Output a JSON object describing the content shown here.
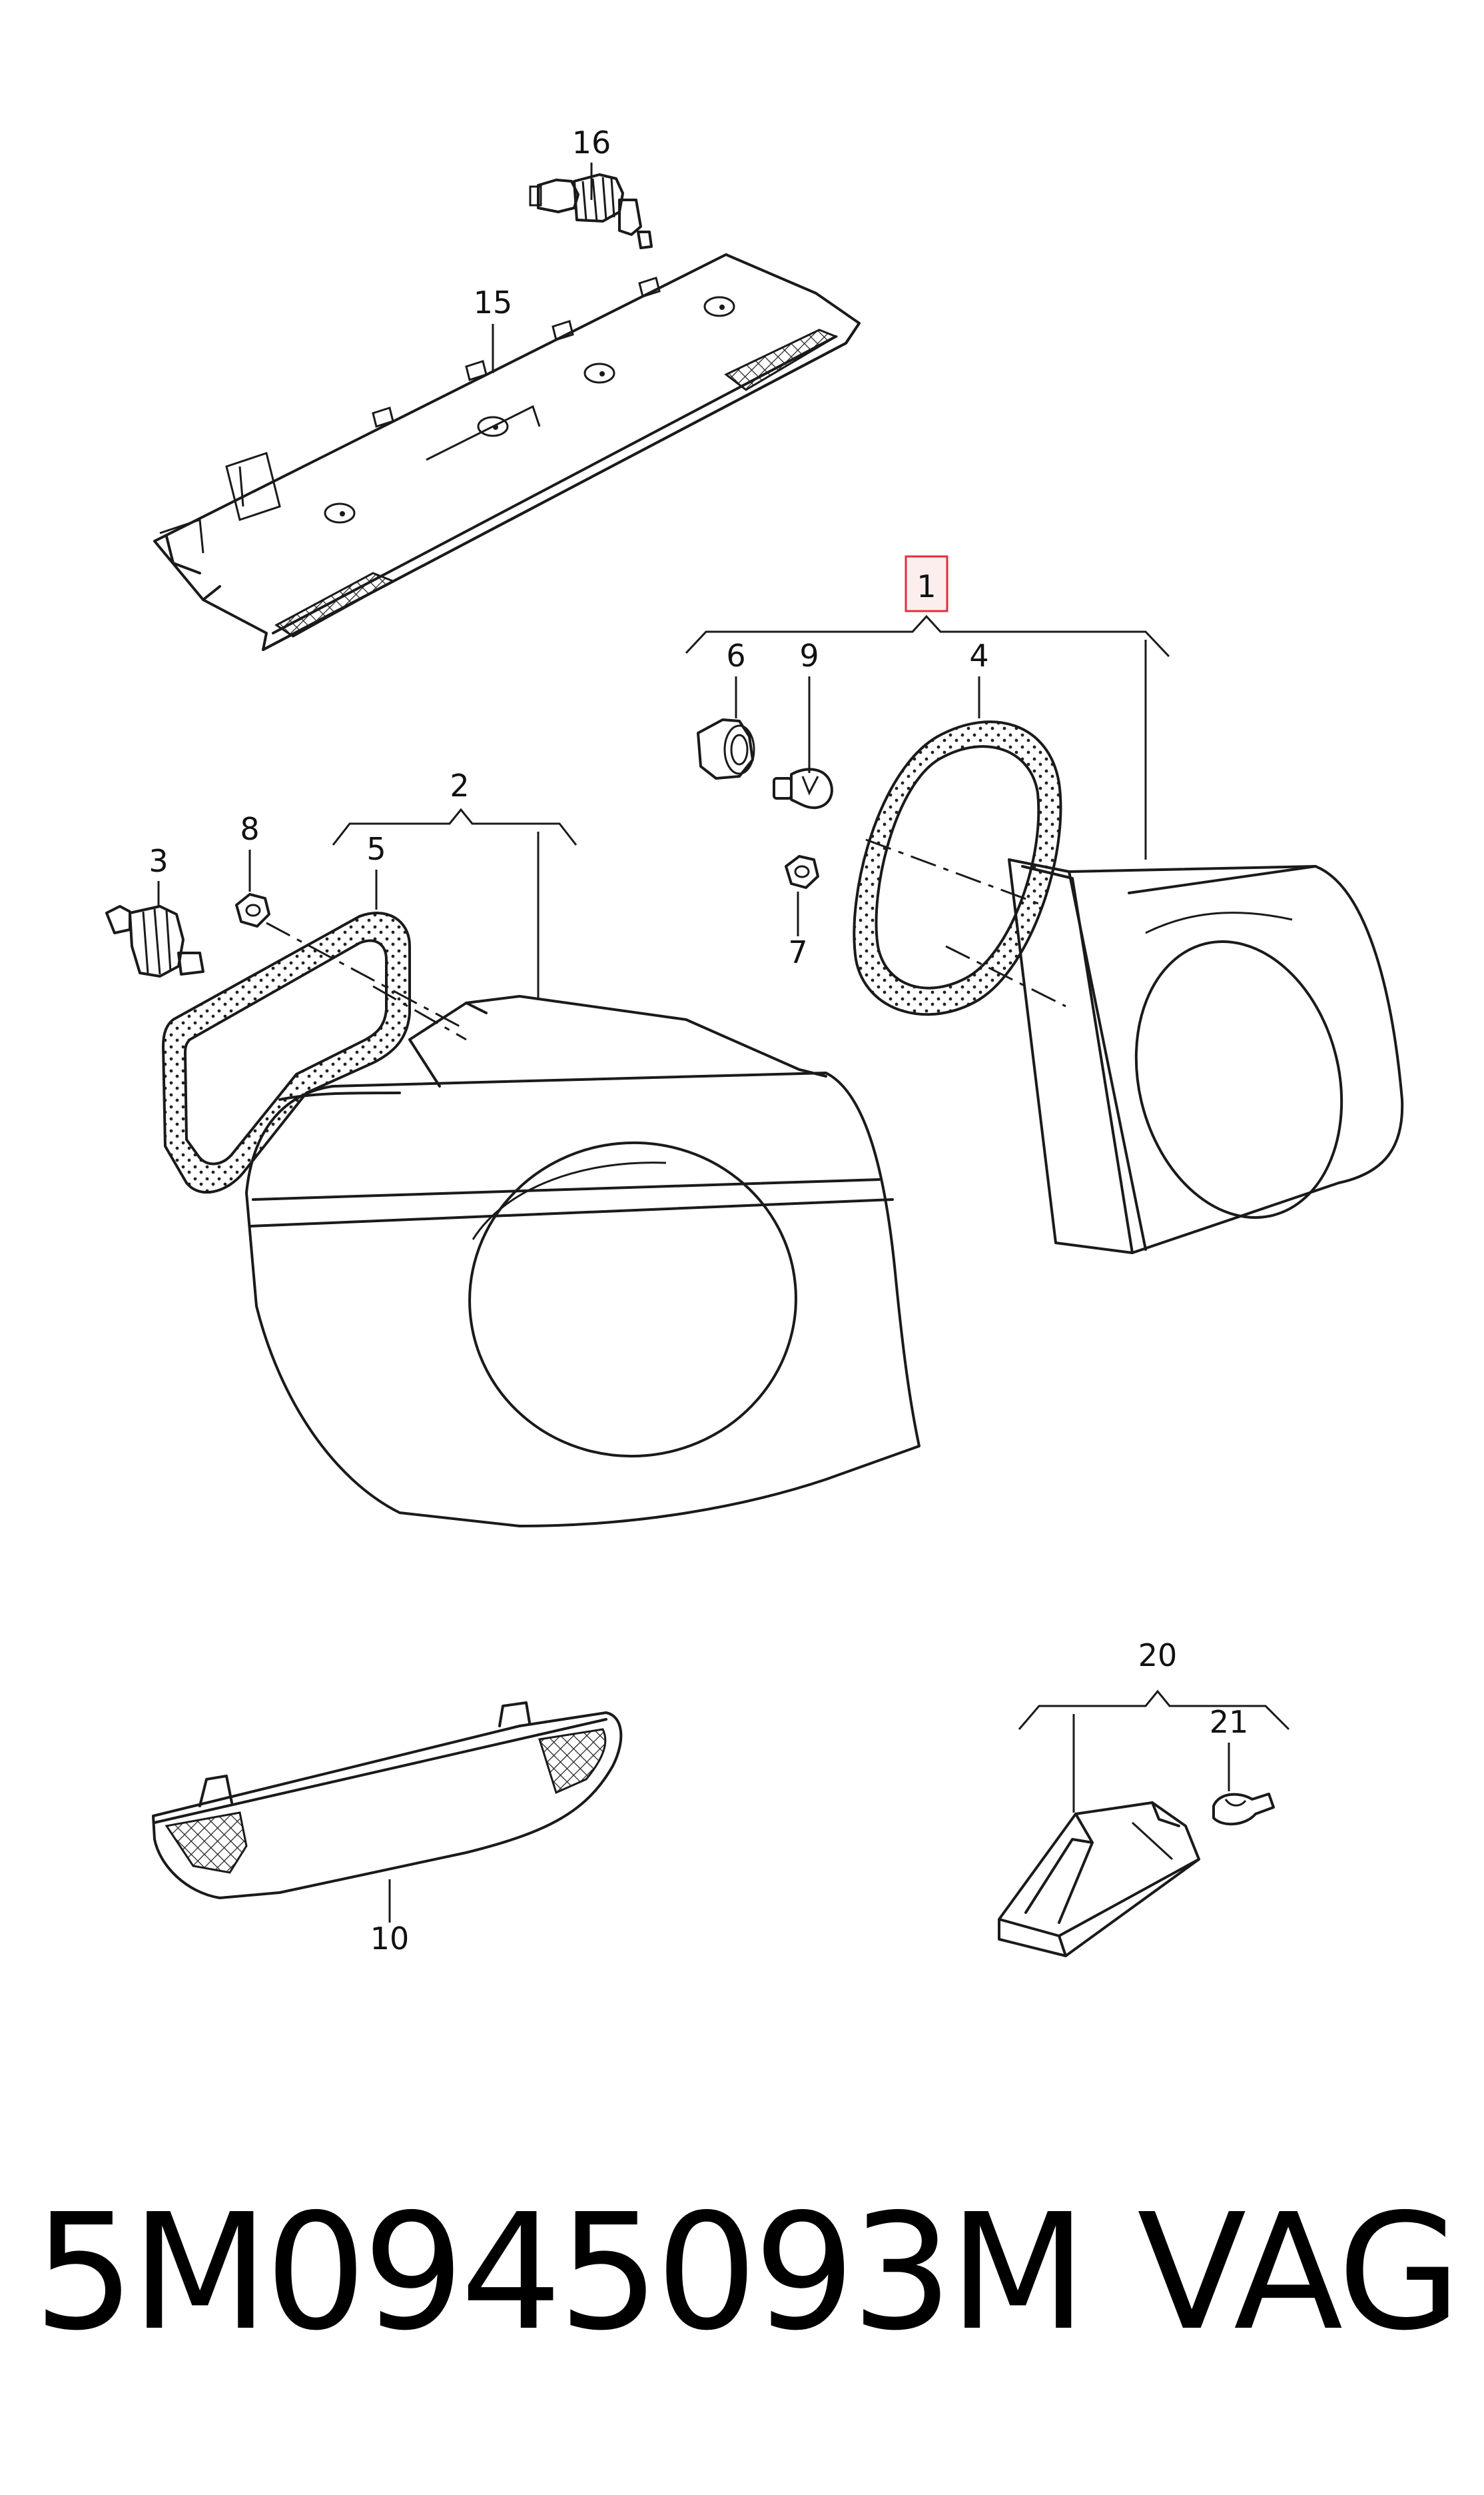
{
  "callouts": {
    "c1": "1",
    "c2": "2",
    "c3": "3",
    "c4": "4",
    "c5": "5",
    "c6": "6",
    "c7": "7",
    "c8": "8",
    "c9": "9",
    "c10": "10",
    "c15": "15",
    "c16": "16",
    "c20": "20",
    "c21": "21"
  },
  "highlight_color": "#e0303a",
  "footer": {
    "part_number": "5M0945093M",
    "brand": "VAG"
  }
}
